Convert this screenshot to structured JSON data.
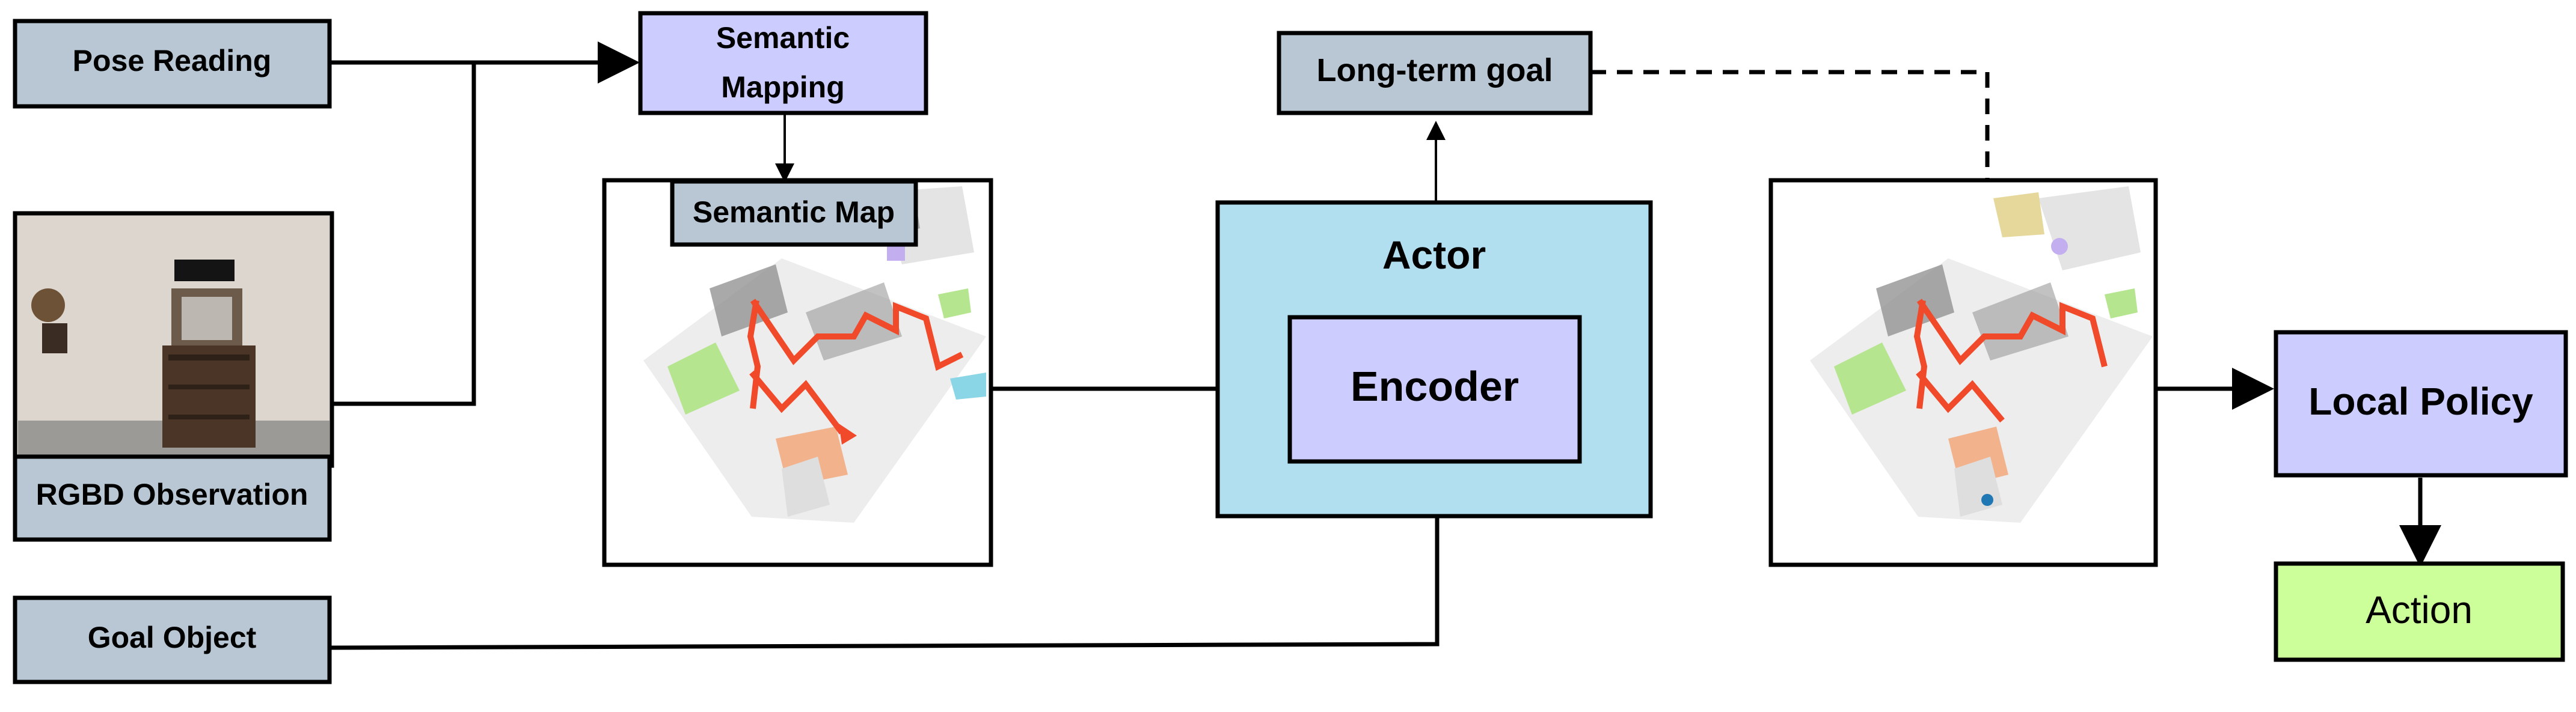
{
  "nodes": {
    "pose_reading": {
      "label": "Pose Reading"
    },
    "rgbd_observation": {
      "label": "RGBD Observation"
    },
    "goal_object": {
      "label": "Goal Object"
    },
    "semantic_mapping": {
      "line1": "Semantic",
      "line2": "Mapping"
    },
    "semantic_map": {
      "label": "Semantic Map"
    },
    "long_term_goal": {
      "label": "Long-term goal"
    },
    "actor": {
      "label": "Actor"
    },
    "encoder": {
      "label": "Encoder"
    },
    "local_policy": {
      "label": "Local Policy"
    },
    "action": {
      "label": "Action"
    }
  },
  "colors": {
    "gray_box": "#b8c7d3",
    "purple_box": "#ccccff",
    "blue_box": "#b1dfef",
    "green_box": "#ccff99",
    "map_floor": "#ededed",
    "map_wall": "#8c8c8c",
    "trajectory": "#f04a2a",
    "goal_point": "#1f77b4"
  }
}
